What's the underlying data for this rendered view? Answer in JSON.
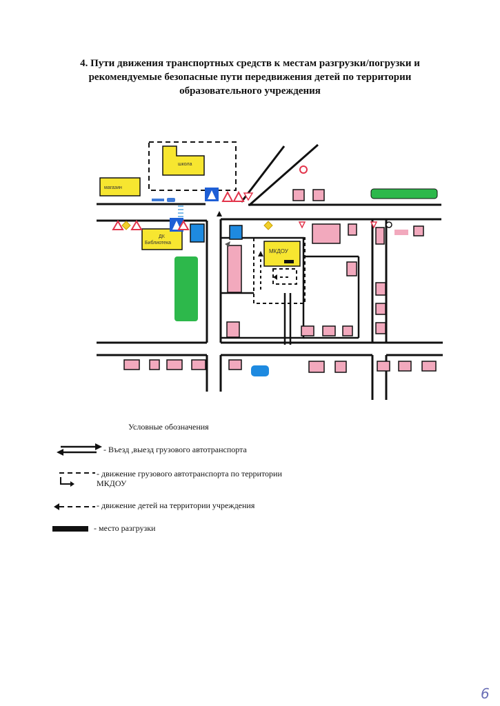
{
  "title": {
    "line1": "4. Пути движения транспортных средств к местам разгрузки/погрузки и",
    "line2": "рекомендуемые безопасные пути передвижения детей по территории",
    "line3": "образовательного учреждения"
  },
  "map": {
    "labels": {
      "school": "школа",
      "shop": "магазин",
      "library_line1": "ДК",
      "library_line2": "Библиотека",
      "kindergarten": "МКДОУ"
    },
    "colors": {
      "school": "#f7e630",
      "kindergarten": "#f7e630",
      "park": "#2db84b",
      "house": "#f2a9bd",
      "blue_building": "#1e8ae0",
      "road": "#111111",
      "sign_red": "#e2334a"
    }
  },
  "legend": {
    "title": "Условные обозначения",
    "items": [
      {
        "icon": "two-way-arrow-icon",
        "text": "- Въезд ,выезд грузового автотранспорта"
      },
      {
        "icon": "dashed-arrow-icon",
        "text_line1": "- движение грузового автотранспорта по территории",
        "text_line2": "МКДОУ"
      },
      {
        "icon": "dashed-arrow-left-icon",
        "text": "- движение детей на территории учреждения"
      },
      {
        "icon": "unloading-bar-icon",
        "text": "- место разгрузки"
      }
    ]
  },
  "page_number": "6"
}
